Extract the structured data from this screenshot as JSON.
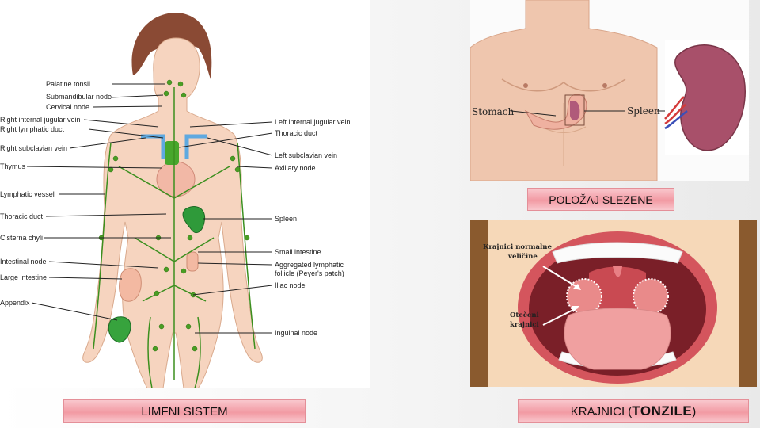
{
  "lymph_figure": {
    "left_labels": [
      "Palatine tonsil",
      "Submandibular node",
      "Cervical node",
      "Right internal jugular vein",
      "Right lymphatic duct",
      "Right subclavian vein",
      "Thymus",
      "Lymphatic vessel",
      "Thoracic duct",
      "Cisterna chyli",
      "Intestinal node",
      "Large intestine",
      "Appendix"
    ],
    "right_labels": [
      "Left internal jugular vein",
      "Thoracic duct",
      "Left subclavian vein",
      "Axillary node",
      "Spleen",
      "Small intestine",
      "Aggregated lymphatic",
      "follicle (Peyer's patch)",
      "Iliac node",
      "Inguinal node"
    ],
    "caption": "LIMFNI SISTEM"
  },
  "spleen_figure": {
    "label_stomach": "Stomach",
    "label_spleen": "Spleen",
    "caption": "POLOŽAJ SLEZENE"
  },
  "tonsil_figure": {
    "label_normal_1": "Krajnici normalne",
    "label_normal_2": "veličine",
    "label_swollen_1": "Otečeni",
    "label_swollen_2": "krajnici",
    "caption_prefix": "KRAJNICI (",
    "caption_emphasis": "TONZILE",
    "caption_suffix": ")"
  }
}
